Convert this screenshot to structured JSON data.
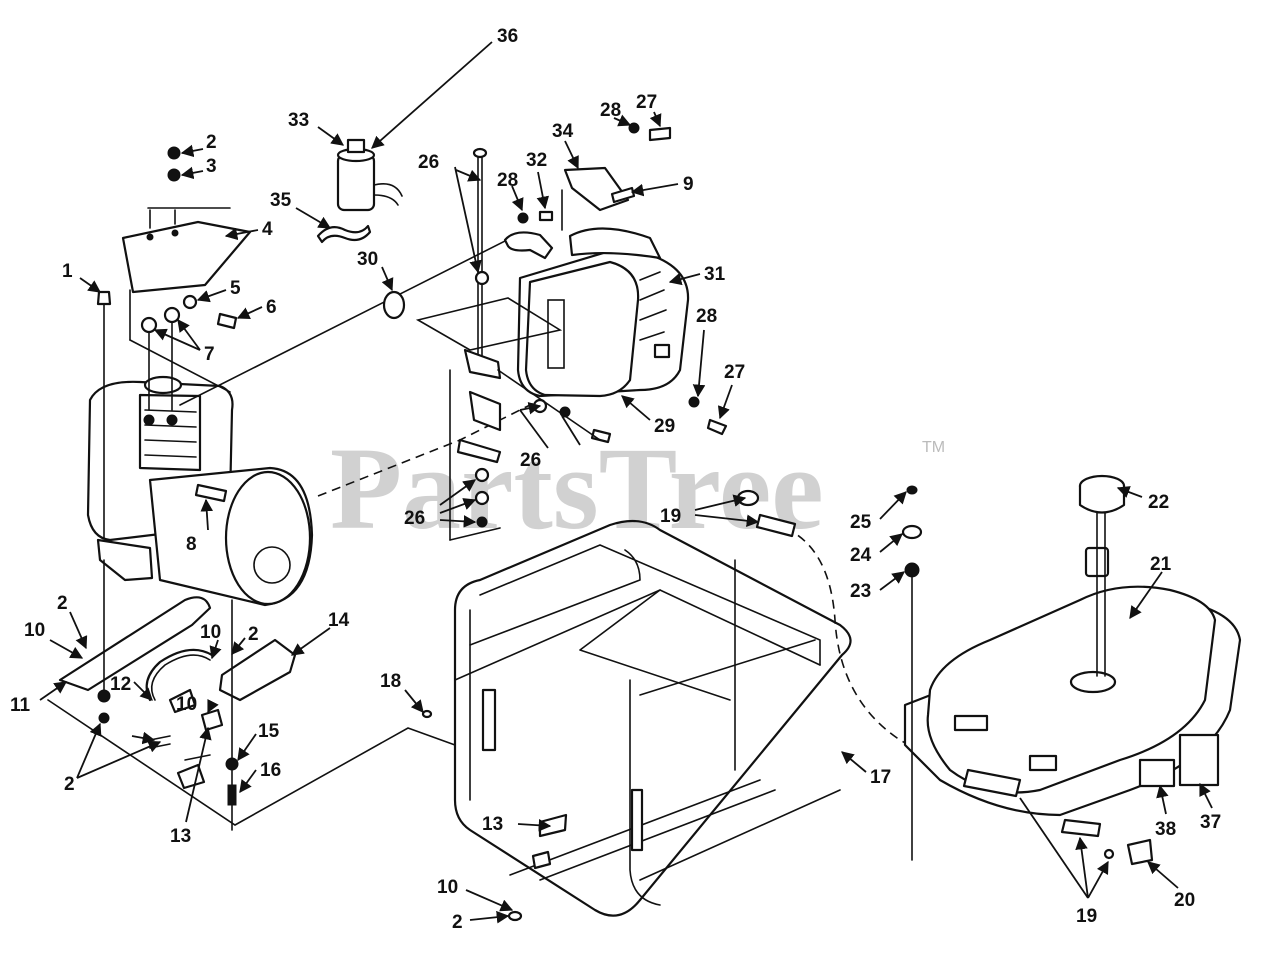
{
  "watermark": {
    "text": "PartsTree",
    "mark": "TM"
  },
  "callouts": [
    "36",
    "33",
    "2",
    "3",
    "34",
    "28",
    "27",
    "26",
    "32",
    "28",
    "9",
    "35",
    "4",
    "30",
    "31",
    "1",
    "5",
    "6",
    "7",
    "28",
    "27",
    "29",
    "26",
    "22",
    "26",
    "8",
    "19",
    "25",
    "24",
    "21",
    "23",
    "2",
    "10",
    "10",
    "2",
    "14",
    "11",
    "12",
    "18",
    "10",
    "15",
    "16",
    "2",
    "13",
    "17",
    "13",
    "38",
    "37",
    "10",
    "2",
    "19",
    "20"
  ],
  "colors": {
    "ink": "#111111",
    "watermark": "#c9c9c9",
    "background": "#ffffff"
  }
}
